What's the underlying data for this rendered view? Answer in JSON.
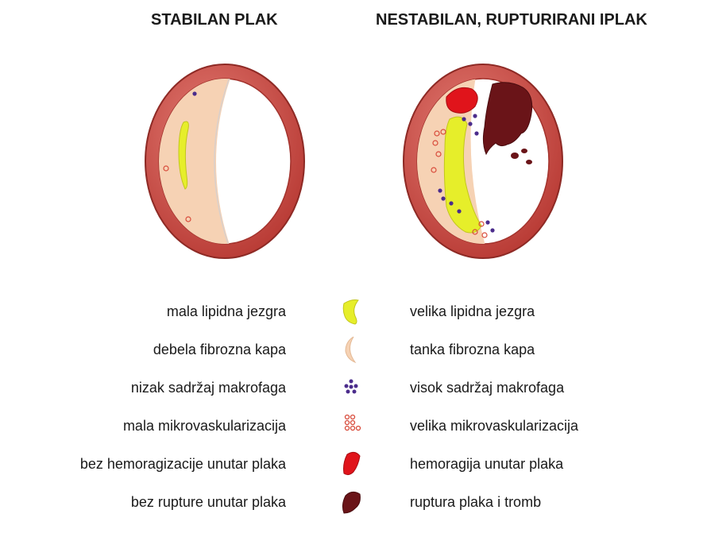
{
  "titles": {
    "left": "STABILAN PLAK",
    "right": "NESTABILAN, RUPTURIRANI IPLAK"
  },
  "legend": [
    {
      "left": "mala lipidna jezgra",
      "right": "velika lipidna jezgra",
      "icon": "lipid-core-icon"
    },
    {
      "left": "debela fibrozna kapa",
      "right": "tanka fibrozna kapa",
      "icon": "fibrous-cap-icon"
    },
    {
      "left": "nizak sadržaj makrofaga",
      "right": "visok sadržaj makrofaga",
      "icon": "macrophage-icon"
    },
    {
      "left": "mala mikrovaskularizacija",
      "right": "velika mikrovaskularizacija",
      "icon": "microvessel-icon"
    },
    {
      "left": "bez hemoragizacije unutar plaka",
      "right": "hemoragija unutar plaka",
      "icon": "hemorrhage-icon"
    },
    {
      "left": "bez rupture unutar plaka",
      "right": "ruptura plaka i tromb",
      "icon": "thrombus-icon"
    }
  ],
  "colors": {
    "vessel_wall": "#c4463f",
    "plaque": "#f6d2b4",
    "lipid_core": "#e6ee2a",
    "macrophage": "#4b2c8c",
    "microvessel": "#d84a3a",
    "hemorrhage": "#e0141b",
    "thrombus": "#6a1418"
  }
}
